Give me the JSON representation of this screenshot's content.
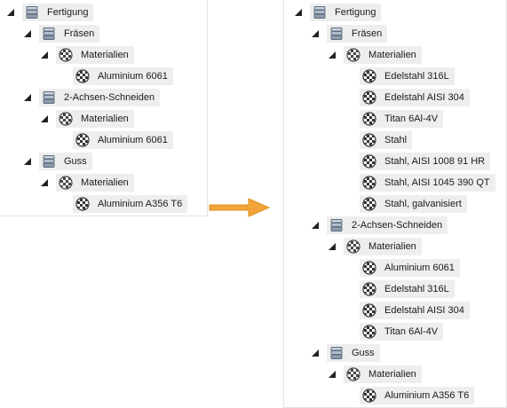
{
  "colors": {
    "node_bg": "#eeeeee",
    "arrow": "#f2a33a",
    "toggle": "#222222"
  },
  "left_tree": [
    {
      "label": "Fertigung",
      "icon": "setup-icon"
    },
    {
      "label": "Fräsen",
      "icon": "setup-icon"
    },
    {
      "label": "Materialien",
      "icon": "material-library-icon"
    },
    {
      "label": "Aluminium 6061",
      "icon": "material-icon"
    },
    {
      "label": "2-Achsen-Schneiden",
      "icon": "setup-icon"
    },
    {
      "label": "Materialien",
      "icon": "material-library-icon"
    },
    {
      "label": "Aluminium 6061",
      "icon": "material-icon"
    },
    {
      "label": "Guss",
      "icon": "setup-icon"
    },
    {
      "label": "Materialien",
      "icon": "material-library-icon"
    },
    {
      "label": "Aluminium A356 T6",
      "icon": "material-icon"
    }
  ],
  "right_tree": [
    {
      "label": "Fertigung",
      "icon": "setup-icon"
    },
    {
      "label": "Fräsen",
      "icon": "setup-icon"
    },
    {
      "label": "Materialien",
      "icon": "material-library-icon"
    },
    {
      "label": "Edelstahl 316L",
      "icon": "material-icon"
    },
    {
      "label": "Edelstahl AISI 304",
      "icon": "material-icon"
    },
    {
      "label": "Titan 6Al-4V",
      "icon": "material-icon"
    },
    {
      "label": "Stahl",
      "icon": "material-icon"
    },
    {
      "label": "Stahl, AISI 1008 91 HR",
      "icon": "material-icon"
    },
    {
      "label": "Stahl, AISI 1045 390 QT",
      "icon": "material-icon"
    },
    {
      "label": "Stahl, galvanisiert",
      "icon": "material-icon"
    },
    {
      "label": "2-Achsen-Schneiden",
      "icon": "setup-icon"
    },
    {
      "label": "Materialien",
      "icon": "material-library-icon"
    },
    {
      "label": "Aluminium 6061",
      "icon": "material-icon"
    },
    {
      "label": "Edelstahl 316L",
      "icon": "material-icon"
    },
    {
      "label": "Edelstahl AISI 304",
      "icon": "material-icon"
    },
    {
      "label": "Titan 6Al-4V",
      "icon": "material-icon"
    },
    {
      "label": "Guss",
      "icon": "setup-icon"
    },
    {
      "label": "Materialien",
      "icon": "material-library-icon"
    },
    {
      "label": "Aluminium A356 T6",
      "icon": "material-icon"
    }
  ]
}
